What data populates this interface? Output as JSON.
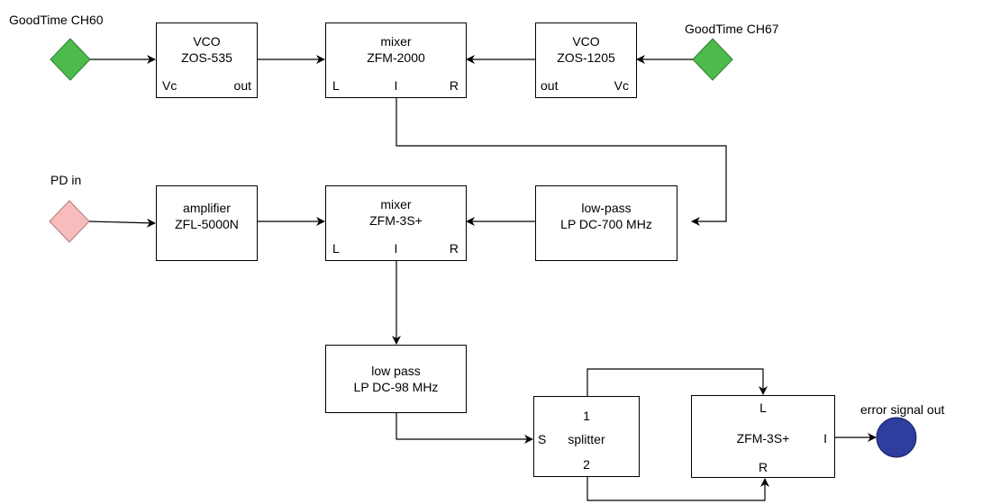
{
  "labels": {
    "gt60": "GoodTime CH60",
    "gt67": "GoodTime CH67",
    "pd_in": "PD in",
    "error_out": "error signal out"
  },
  "vco1": {
    "title": "VCO",
    "model": "ZOS-535",
    "port_left": "Vc",
    "port_right": "out"
  },
  "mixer1": {
    "title": "mixer",
    "model": "ZFM-2000",
    "port_l": "L",
    "port_i": "I",
    "port_r": "R"
  },
  "vco2": {
    "title": "VCO",
    "model": "ZOS-1205",
    "port_left": "out",
    "port_right": "Vc"
  },
  "amplifier": {
    "title": "amplifier",
    "model": "ZFL-5000N"
  },
  "mixer2": {
    "title": "mixer",
    "model": "ZFM-3S+",
    "port_l": "L",
    "port_i": "I",
    "port_r": "R"
  },
  "lowpass700": {
    "title": "low-pass",
    "model": "LP DC-700 MHz"
  },
  "lowpass98": {
    "title": "low pass",
    "model": "LP DC-98 MHz"
  },
  "splitter": {
    "title": "splitter",
    "port_1": "1",
    "port_s": "S",
    "port_2": "2"
  },
  "mixer3": {
    "model": "ZFM-3S+",
    "port_l": "L",
    "port_i": "I",
    "port_r": "R"
  },
  "colors": {
    "source_green": "#4CBB4C",
    "source_pink": "#F8BCBC",
    "output_blue": "#2E3D9E",
    "line": "#000000"
  }
}
